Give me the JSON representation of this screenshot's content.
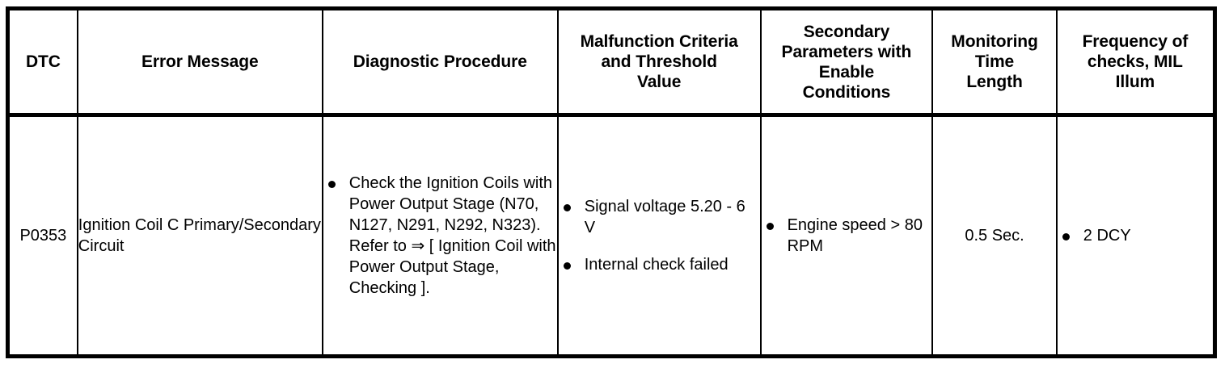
{
  "table": {
    "columns": [
      {
        "key": "dtc",
        "label": "DTC"
      },
      {
        "key": "msg",
        "label": "Error Message"
      },
      {
        "key": "proc",
        "label": "Diagnostic Procedure"
      },
      {
        "key": "crit",
        "label": "Malfunction Criteria and Threshold Value"
      },
      {
        "key": "sec",
        "label": "Secondary Parameters with Enable Conditions"
      },
      {
        "key": "mon",
        "label": "Monitoring Time Length"
      },
      {
        "key": "freq",
        "label": "Frequency of checks, MIL Illum"
      }
    ],
    "headers": {
      "dtc": "DTC",
      "error_message": "Error Message",
      "diagnostic_procedure": "Diagnostic Procedure",
      "malfunction_criteria_line1": "Malfunction Criteria",
      "malfunction_criteria_line2": "and Threshold",
      "malfunction_criteria_line3": "Value",
      "secondary_line1": "Secondary",
      "secondary_line2": "Parameters with",
      "secondary_line3": "Enable",
      "secondary_line4": "Conditions",
      "monitoring_line1": "Monitoring",
      "monitoring_line2": "Time",
      "monitoring_line3": "Length",
      "frequency_line1": "Frequency of",
      "frequency_line2": "checks, MIL",
      "frequency_line3": "Illum"
    },
    "rows": [
      {
        "dtc": "P0353",
        "error_message": "Ignition Coil C Primary/Secondary Circuit",
        "diagnostic_procedure": [
          "Check the Ignition Coils with Power Output Stage (N70, N127, N291, N292, N323). Refer to ⇒ [ Ignition Coil with Power Output Stage, Checking ]."
        ],
        "malfunction_criteria": [
          "Signal voltage 5.20 - 6 V",
          "Internal check failed"
        ],
        "secondary_parameters": [
          "Engine speed > 80 RPM"
        ],
        "monitoring_time_length": "0.5 Sec.",
        "frequency_of_checks": [
          "2 DCY"
        ]
      }
    ]
  },
  "style": {
    "border_color": "#000000",
    "text_color": "#000000",
    "background_color": "#ffffff"
  }
}
